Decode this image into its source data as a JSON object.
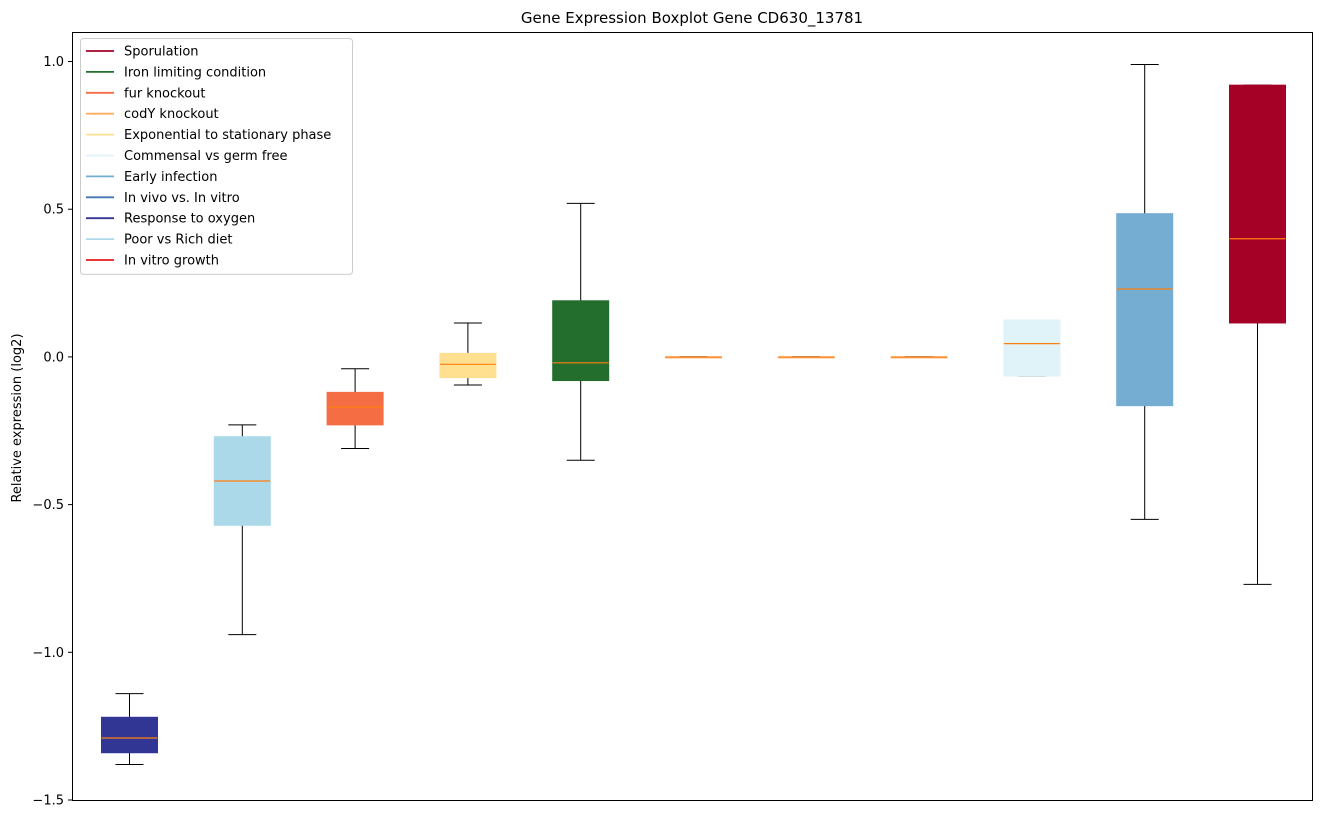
{
  "chart_data": {
    "type": "boxplot",
    "title": "Gene Expression Boxplot Gene CD630_13781",
    "xlabel": "",
    "ylabel": "Relative expression (log2)",
    "ylim": [
      -1.5,
      1.1
    ],
    "yticks": [
      1.0,
      0.5,
      0.0,
      -0.5,
      -1.0,
      -1.5
    ],
    "ytick_labels": [
      "1.0",
      "0.5",
      "0.0",
      "−0.5",
      "−1.0",
      "−1.5"
    ],
    "grid": false,
    "legend_position": "top-left",
    "median_color": "#ff7f0e",
    "legend": [
      {
        "label": "Sporulation",
        "color": "#a50026"
      },
      {
        "label": "Iron limiting condition",
        "color": "#236d2d"
      },
      {
        "label": "fur knockout",
        "color": "#f46d43"
      },
      {
        "label": "codY knockout",
        "color": "#fdae61"
      },
      {
        "label": "Exponential to stationary phase",
        "color": "#fee090"
      },
      {
        "label": "Commensal vs germ free",
        "color": "#e0f3f8"
      },
      {
        "label": "Early infection",
        "color": "#74add1"
      },
      {
        "label": "In vivo vs. In vitro",
        "color": "#4575b4"
      },
      {
        "label": "Response to oxygen",
        "color": "#313695"
      },
      {
        "label": "Poor vs Rich diet",
        "color": "#abd9e9"
      },
      {
        "label": "In vitro growth",
        "color": "#e41a1c"
      }
    ],
    "boxes": [
      {
        "color": "#313695",
        "whisker_low": -1.38,
        "q1": -1.34,
        "median": -1.29,
        "q3": -1.22,
        "whisker_high": -1.14
      },
      {
        "color": "#abd9e9",
        "whisker_low": -0.94,
        "q1": -0.57,
        "median": -0.42,
        "q3": -0.27,
        "whisker_high": -0.23
      },
      {
        "color": "#f46d43",
        "whisker_low": -0.31,
        "q1": -0.23,
        "median": -0.17,
        "q3": -0.12,
        "whisker_high": -0.04
      },
      {
        "color": "#fee090",
        "whisker_low": -0.095,
        "q1": -0.07,
        "median": -0.025,
        "q3": 0.012,
        "whisker_high": 0.115
      },
      {
        "color": "#236d2d",
        "whisker_low": -0.35,
        "q1": -0.08,
        "median": -0.02,
        "q3": 0.19,
        "whisker_high": 0.52
      },
      {
        "color": "#fdae61",
        "whisker_low": 0.0,
        "q1": 0.0,
        "median": 0.0,
        "q3": 0.0,
        "whisker_high": 0.0
      },
      {
        "color": "#fdae61",
        "whisker_low": 0.0,
        "q1": 0.0,
        "median": 0.0,
        "q3": 0.0,
        "whisker_high": 0.0
      },
      {
        "color": "#fdae61",
        "whisker_low": 0.0,
        "q1": 0.0,
        "median": 0.0,
        "q3": 0.0,
        "whisker_high": 0.0
      },
      {
        "color": "#e0f3f8",
        "whisker_low": -0.065,
        "q1": -0.065,
        "median": 0.045,
        "q3": 0.125,
        "whisker_high": 0.125
      },
      {
        "color": "#74add1",
        "whisker_low": -0.55,
        "q1": -0.165,
        "median": 0.23,
        "q3": 0.485,
        "whisker_high": 0.99
      },
      {
        "color": "#a50026",
        "whisker_low": -0.77,
        "q1": 0.115,
        "median": 0.4,
        "q3": 0.92,
        "whisker_high": 0.92
      }
    ]
  }
}
